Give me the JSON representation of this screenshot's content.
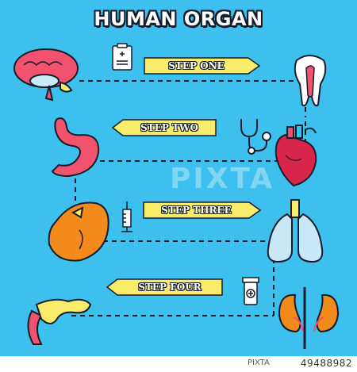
{
  "title": "HUMAN ORGAN",
  "steps": [
    {
      "label": "STEP ONE"
    },
    {
      "label": "STEP TWO"
    },
    {
      "label": "STEP THREE"
    },
    {
      "label": "STEP FOUR"
    }
  ],
  "watermark": "PIXTA",
  "footer": {
    "brand": "PIXTA",
    "image_id": "49488982"
  },
  "organs": [
    "brain-icon",
    "tooth-icon",
    "stomach-icon",
    "heart-icon",
    "liver-icon",
    "lungs-icon",
    "pancreas-icon",
    "kidneys-icon"
  ],
  "tools": [
    "medical-chart-icon",
    "stethoscope-icon",
    "syringe-icon",
    "pill-bottle-icon"
  ],
  "colors": {
    "background": "#3ec0ee",
    "arrow": "#f8ec6a",
    "outline": "#151c2b",
    "organ_pink": "#f1526d",
    "organ_orange": "#f28a1c",
    "lung_blue": "#c8e8f7"
  }
}
